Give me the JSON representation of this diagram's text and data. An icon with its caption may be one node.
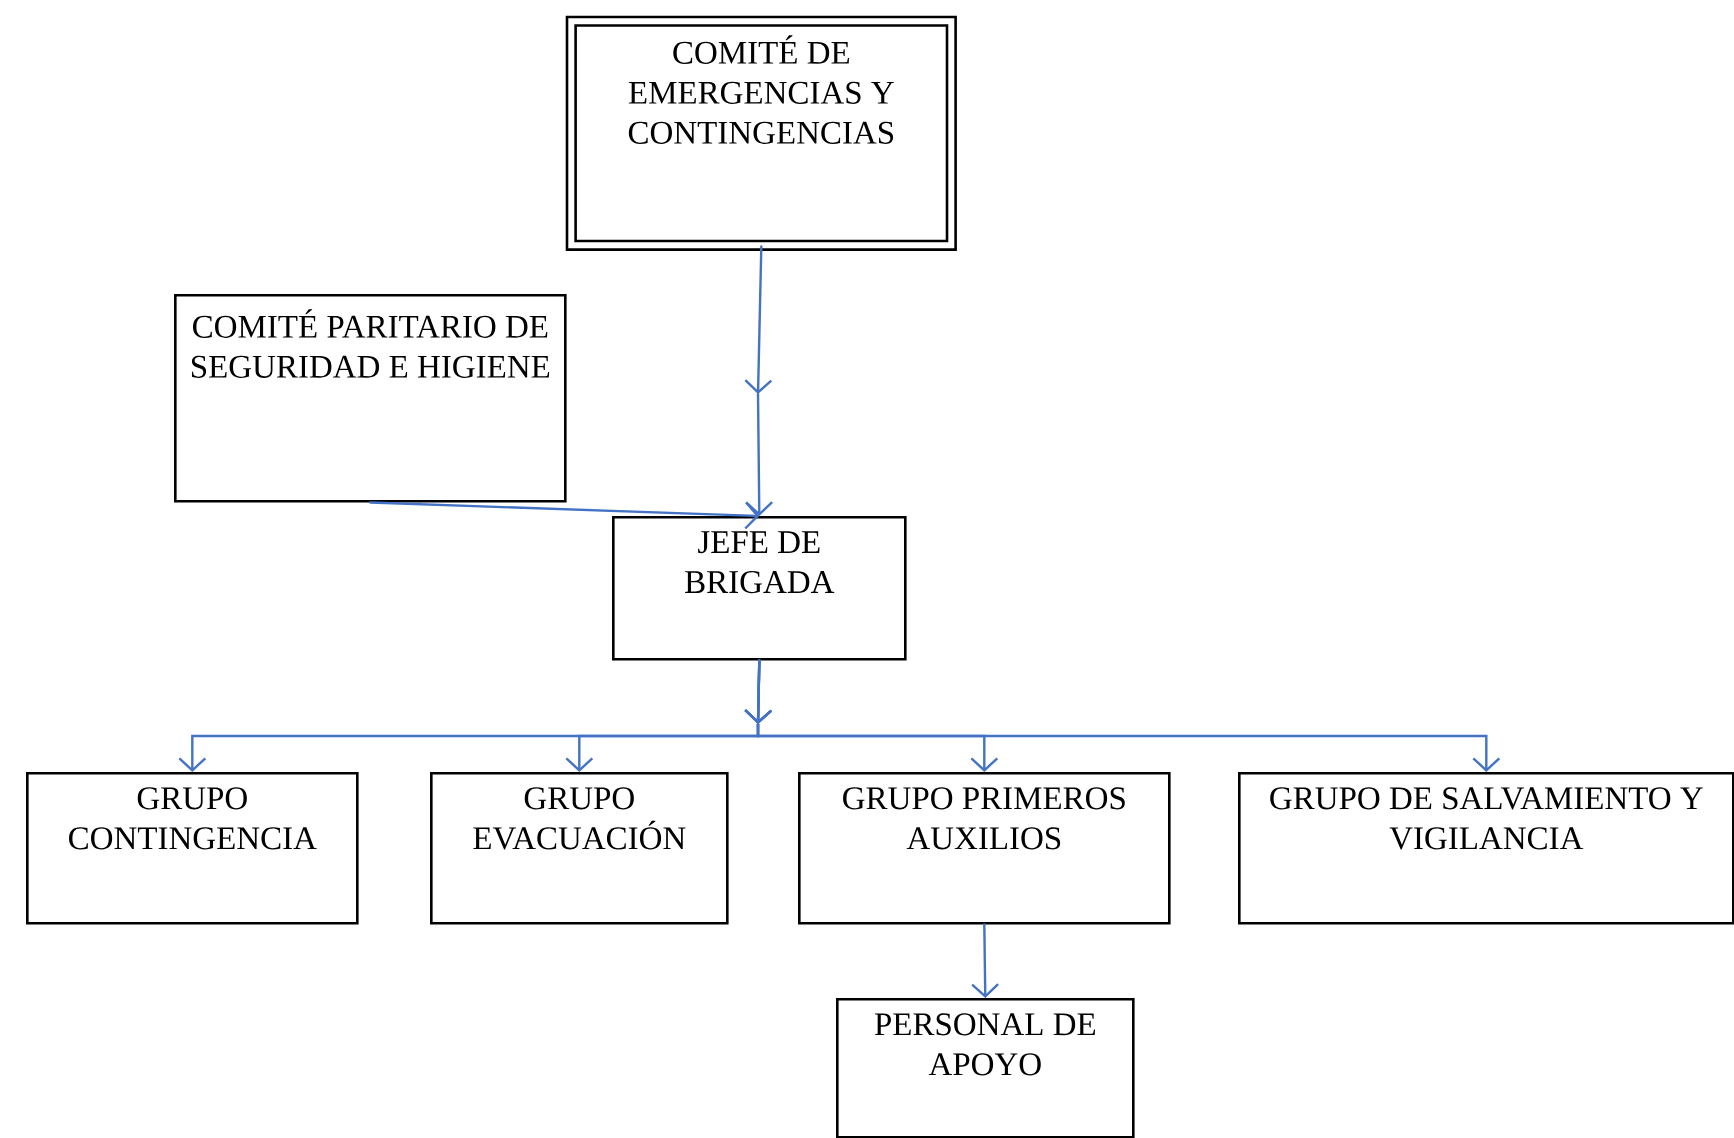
{
  "diagram": {
    "nodes": [
      {
        "text": [
          "COMITÉ DE EMERGENCIAS Y CONTINGENCIAS"
        ]
      },
      {
        "text": [
          "COMITÉ PARITARIO DE SEGURIDAD E HIGIENE"
        ]
      },
      {
        "text": [
          "JEFE DE BRIGADA"
        ]
      },
      {
        "text": [
          "GRUPO CONTINGENCIA"
        ]
      },
      {
        "text": [
          "GRUPO EVACUACIÓN"
        ]
      },
      {
        "text": [
          "GRUPO PRIMEROS AUXILIOS"
        ]
      },
      {
        "text": [
          "GRUPO DE SALVAMIENTO Y VIGILANCIA"
        ]
      },
      {
        "text": [
          "PERSONAL DE APOYO"
        ]
      }
    ],
    "edges": [
      {
        "from": 0,
        "to": 2,
        "arrow": "to"
      },
      {
        "from": 1,
        "to": 2,
        "arrow": "to"
      },
      {
        "from": 2,
        "to": 3,
        "arrow": "to"
      },
      {
        "from": 2,
        "to": 4,
        "arrow": "to"
      },
      {
        "from": 2,
        "to": 5,
        "arrow": "to"
      },
      {
        "from": 2,
        "to": 6,
        "arrow": "to"
      },
      {
        "from": 5,
        "to": 7,
        "arrow": "to"
      }
    ]
  }
}
